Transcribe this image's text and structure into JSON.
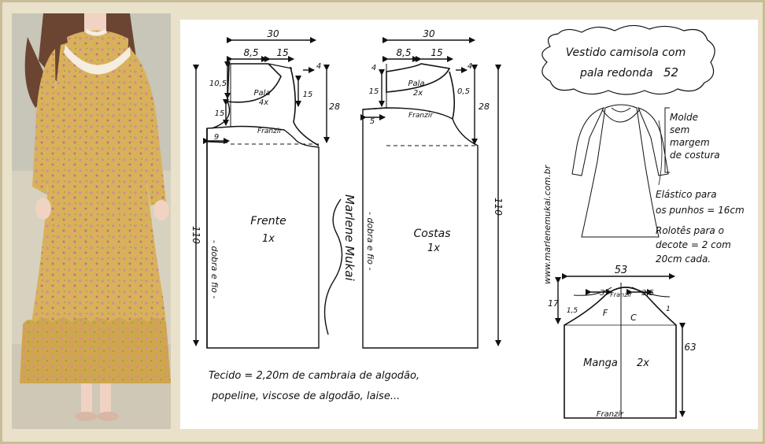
{
  "colors": {
    "frame": "#e9e1c9",
    "paper": "#ffffff",
    "ink": "#111111",
    "dress": "#d8b25a",
    "dress_dark": "#b98f38",
    "print_pink": "#d98a9a",
    "lace": "#f4ede0"
  },
  "front": {
    "top_width": "30",
    "yoke_left": "8,5",
    "yoke_right": "15",
    "yoke_height": "10,5",
    "yoke_label": "Pala",
    "yoke_qty": "4x",
    "yoke_15": "15",
    "yoke_4": "4",
    "yoke_15b": "15",
    "length_28": "28",
    "side_15": "15",
    "franzir": "Franzir",
    "inset_9": "9",
    "length_110": "110",
    "fold_text": "- dobra e fio -",
    "piece_name": "Frente",
    "piece_qty": "1x"
  },
  "back": {
    "top_width": "30",
    "yoke_left": "8,5",
    "yoke_right": "15",
    "yoke_left_4": "4",
    "yoke_15": "15",
    "yoke_label": "Pala",
    "yoke_qty": "2x",
    "yoke_4": "4",
    "yoke_05": "0,5",
    "length_28": "28",
    "side_5": "5",
    "franzir": "Franzir",
    "length_110": "110",
    "fold_text": "- dobra e fio -",
    "piece_name": "Costas",
    "piece_qty": "1x"
  },
  "title": {
    "line1": "Vestido camisola com",
    "line2": "pala redonda",
    "size": "52"
  },
  "website": "www.marlenemukai.com.br",
  "signature": "Marlene Mukai",
  "notes": {
    "molde": [
      "Molde",
      "sem",
      "margem",
      "de costura"
    ],
    "elastico": [
      "Elástico para",
      "os punhos = 16cm"
    ],
    "rolotes": [
      "Rolotês para o",
      "decote = 2 com",
      "20cm cada."
    ]
  },
  "sleeve": {
    "width": "53",
    "left_3": "3",
    "right_35": "3,5",
    "cap_15": "1,5",
    "cap_1": "1",
    "height_17": "17",
    "franzir_top": "Franzir",
    "f": "F",
    "c": "C",
    "length_63": "63",
    "name": "Manga",
    "qty": "2x",
    "franzir_bottom": "Franzir"
  },
  "fabric": {
    "line1": "Tecido = 2,20m de cambraia de algodão,",
    "line2": "popeline, viscose de algodão, laise..."
  }
}
